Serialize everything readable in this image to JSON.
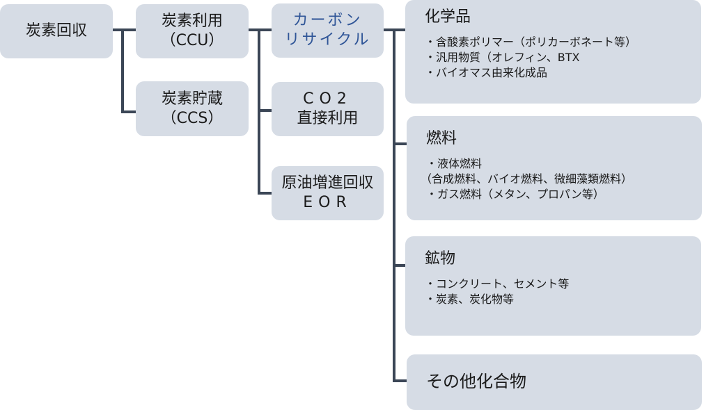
{
  "nodes": {
    "capture": {
      "label": "炭素回収"
    },
    "ccu": {
      "line1": "炭素利用",
      "line2": "（CCU）"
    },
    "ccs": {
      "line1": "炭素貯蔵",
      "line2": "（CCS）"
    },
    "carbon_recycle": {
      "line1": "カーボン",
      "line2": "リサイクル"
    },
    "co2_direct": {
      "line1": "CO2",
      "line2": "直接利用"
    },
    "eor": {
      "line1": "原油増進回収",
      "line2": "EOR"
    }
  },
  "categories": [
    {
      "title": "化学品",
      "items": [
        "・含酸素ポリマー（ポリカーボネート等）",
        "・汎用物質（オレフィン、BTX",
        "・バイオマス由来化成品"
      ]
    },
    {
      "title": "燃料",
      "items": [
        "・液体燃料",
        "（合成燃料、バイオ燃料、微細藻類燃料）",
        "・ガス燃料（メタン、プロパン等）"
      ]
    },
    {
      "title": "鉱物",
      "items": [
        "・コンクリート、セメント等",
        "・炭素、炭化物等"
      ]
    },
    {
      "title": "その他化合物",
      "items": []
    }
  ],
  "colors": {
    "box_fill": "#d6dce5",
    "line": "#3b4656",
    "highlight_text": "#2f5597"
  }
}
